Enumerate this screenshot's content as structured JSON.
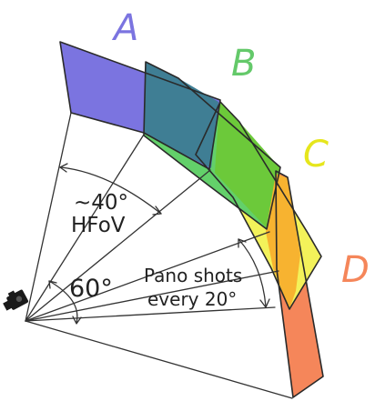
{
  "labels": {
    "a": "A",
    "b": "B",
    "c": "C",
    "d": "D"
  },
  "annotations": {
    "hfov_value": "~40°",
    "hfov_unit": "HFoV",
    "angle_total": "60°",
    "shots_line1": "Pano shots",
    "shots_line2": "every 20°"
  },
  "colors": {
    "band_a": "#7b74e0",
    "band_b": "#63d06a",
    "band_c": "#f3f25a",
    "band_d": "#f5865a",
    "overlap_ab": "#3f7e94",
    "overlap_bc": "#6cc93a",
    "overlap_cd": "#f7b330",
    "label_a": "#7b74e0",
    "label_b": "#64c96a",
    "label_c": "#e6e61c",
    "label_d": "#f5865a"
  },
  "icons": {
    "camera": "camera-icon"
  }
}
